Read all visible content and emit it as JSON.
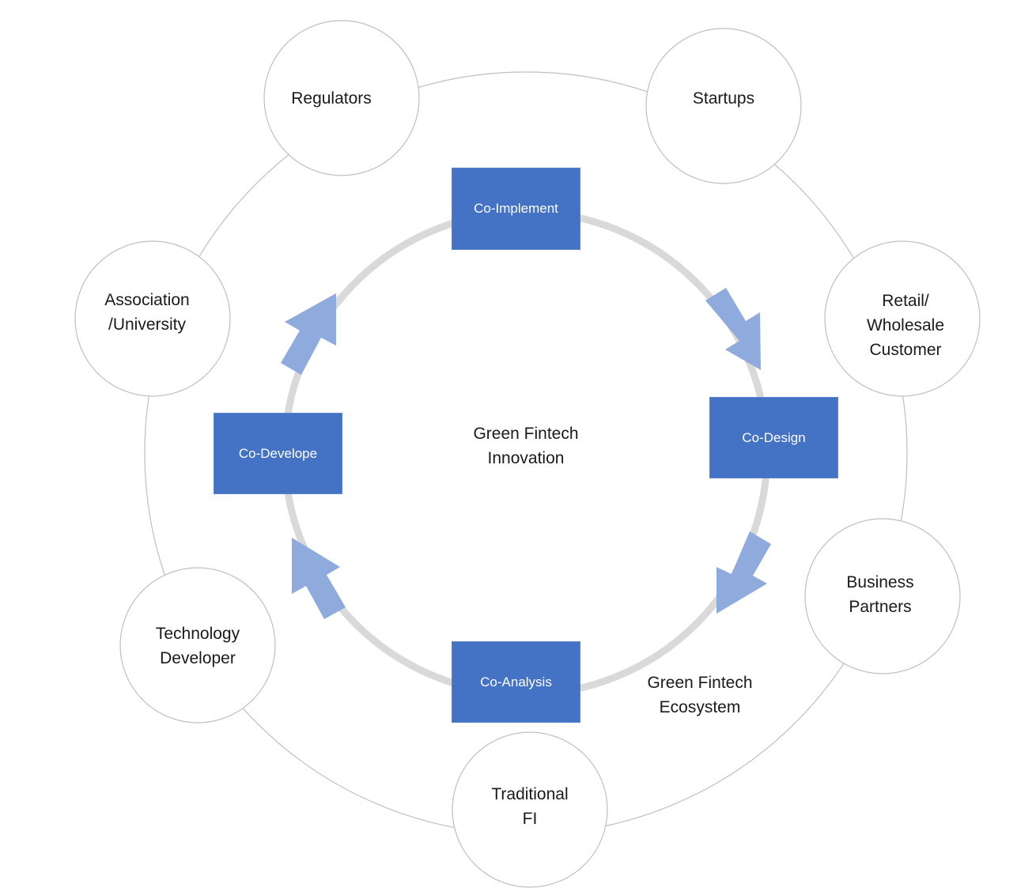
{
  "diagram": {
    "center_label": "Green Fintech\nInnovation",
    "ecosystem_label": "Green Fintech\nEcosystem",
    "stakeholders": [
      "Regulators",
      "Startups",
      "Retail/\nWholesale\nCustomer",
      "Business\nPartners",
      "Traditional\nFI",
      "Technology\nDeveloper",
      "Association\n/University"
    ],
    "stages": [
      "Co-Implement",
      "Co-Design",
      "Co-Analysis",
      "Co-Develope"
    ]
  },
  "colors": {
    "stage_fill": "#4472c4",
    "arrow_fill": "#8faadc",
    "inner_ring": "#d9d9d9",
    "outer_ring": "#bfbfbf"
  }
}
